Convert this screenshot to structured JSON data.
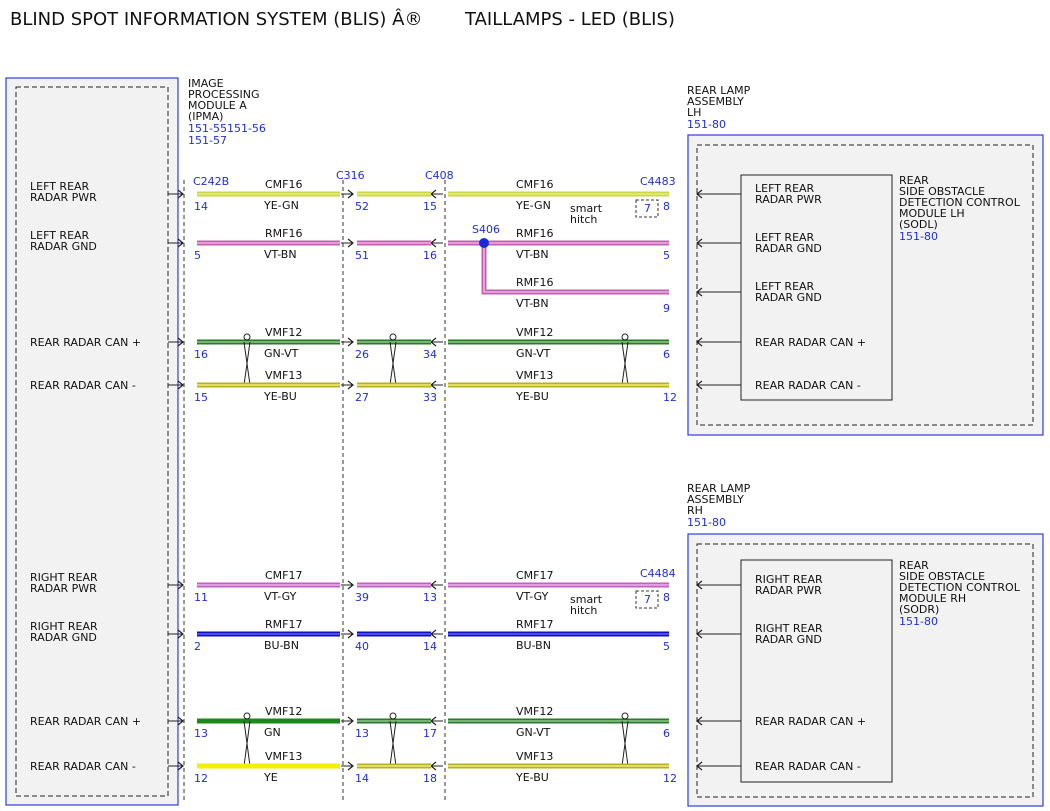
{
  "header": {
    "title": "BLIND SPOT INFORMATION SYSTEM (BLIS) Â®",
    "subtitle": "TAILLAMPS - LED (BLIS)"
  },
  "left_module": {
    "name_lines": [
      "IMAGE",
      "PROCESSING",
      "MODULE A",
      "(IPMA)"
    ],
    "refs": [
      "151-55151-56",
      "151-57"
    ]
  },
  "lh_assembly": {
    "name_lines": [
      "REAR LAMP",
      "ASSEMBLY",
      "LH"
    ],
    "ref": "151-80",
    "module_lines": [
      "REAR",
      "SIDE OBSTACLE",
      "DETECTION CONTROL",
      "MODULE LH",
      "(SODL)"
    ],
    "module_ref": "151-80"
  },
  "rh_assembly": {
    "name_lines": [
      "REAR LAMP",
      "ASSEMBLY",
      "RH"
    ],
    "ref": "151-80",
    "module_lines": [
      "REAR",
      "SIDE OBSTACLE",
      "DETECTION CONTROL",
      "MODULE RH",
      "(SODR)"
    ],
    "module_ref": "151-80"
  },
  "connectors": {
    "c242b": "C242B",
    "c316": "C316",
    "c408": "C408",
    "c4483": "C4483",
    "c4484": "C4484",
    "s406": "S406"
  },
  "smart_hitch": {
    "label_lines": [
      "smart",
      "hitch"
    ],
    "pin": "7"
  },
  "colors": {
    "YE-GN": [
      "#c8d84a",
      "#e8ee80"
    ],
    "VT-BN": [
      "#c060b0",
      "#f0b0e0"
    ],
    "GN-VT": [
      "#2a7a2a",
      "#8fc88f"
    ],
    "YE-BU": [
      "#b8b020",
      "#f0ea80"
    ],
    "VT-GY": [
      "#c060c0",
      "#f0b0f0"
    ],
    "BU-BN": [
      "#1010c0",
      "#6060ff"
    ],
    "GN": [
      "#1a8a1a",
      "#1a8a1a"
    ],
    "YE": [
      "#f0f000",
      "#f0f000"
    ]
  },
  "circuits": [
    {
      "left_label_lines": [
        "LEFT REAR",
        "RADAR PWR"
      ],
      "right_label_lines": [
        "LEFT REAR",
        "RADAR PWR"
      ],
      "seg1": {
        "circuit": "CMF16",
        "color": "YE-GN"
      },
      "seg2": {
        "circuit": "CMF16",
        "color": "YE-GN"
      },
      "pins": [
        "14",
        "52",
        "15",
        "8"
      ]
    },
    {
      "left_label_lines": [
        "LEFT REAR",
        "RADAR GND"
      ],
      "right_label_lines": [
        "LEFT REAR",
        "RADAR GND"
      ],
      "seg1": {
        "circuit": "RMF16",
        "color": "VT-BN"
      },
      "seg2": {
        "circuit": "RMF16",
        "color": "VT-BN"
      },
      "pins": [
        "5",
        "51",
        "16",
        "5"
      ],
      "branch": {
        "circuit": "RMF16",
        "color": "VT-BN",
        "pin": "9",
        "right_label_lines": [
          "LEFT REAR",
          "RADAR GND"
        ]
      }
    },
    {
      "left_label_lines": [
        "REAR RADAR CAN +"
      ],
      "right_label_lines": [
        "REAR RADAR CAN +"
      ],
      "seg1": {
        "circuit": "VMF12",
        "color": "GN-VT"
      },
      "seg2": {
        "circuit": "VMF12",
        "color": "GN-VT"
      },
      "pins": [
        "16",
        "26",
        "34",
        "6"
      ]
    },
    {
      "left_label_lines": [
        "REAR RADAR CAN -"
      ],
      "right_label_lines": [
        "REAR RADAR CAN -"
      ],
      "seg1": {
        "circuit": "VMF13",
        "color": "YE-BU"
      },
      "seg2": {
        "circuit": "VMF13",
        "color": "YE-BU"
      },
      "pins": [
        "15",
        "27",
        "33",
        "12"
      ]
    },
    {
      "left_label_lines": [
        "RIGHT REAR",
        "RADAR PWR"
      ],
      "right_label_lines": [
        "RIGHT REAR",
        "RADAR PWR"
      ],
      "seg1": {
        "circuit": "CMF17",
        "color": "VT-GY"
      },
      "seg2": {
        "circuit": "CMF17",
        "color": "VT-GY"
      },
      "pins": [
        "11",
        "39",
        "13",
        "8"
      ]
    },
    {
      "left_label_lines": [
        "RIGHT REAR",
        "RADAR GND"
      ],
      "right_label_lines": [
        "RIGHT REAR",
        "RADAR GND"
      ],
      "seg1": {
        "circuit": "RMF17",
        "color": "BU-BN"
      },
      "seg2": {
        "circuit": "RMF17",
        "color": "BU-BN"
      },
      "pins": [
        "2",
        "40",
        "14",
        "5"
      ]
    },
    {
      "left_label_lines": [
        "REAR RADAR CAN +"
      ],
      "right_label_lines": [
        "REAR RADAR CAN +"
      ],
      "seg1": {
        "circuit": "VMF12",
        "color": "GN"
      },
      "seg2": {
        "circuit": "VMF12",
        "color": "GN-VT"
      },
      "pins": [
        "13",
        "13",
        "17",
        "6"
      ]
    },
    {
      "left_label_lines": [
        "REAR RADAR CAN -"
      ],
      "right_label_lines": [
        "REAR RADAR CAN -"
      ],
      "seg1": {
        "circuit": "VMF13",
        "color": "YE"
      },
      "seg2": {
        "circuit": "VMF13",
        "color": "YE-BU"
      },
      "pins": [
        "12",
        "14",
        "18",
        "12"
      ]
    }
  ]
}
